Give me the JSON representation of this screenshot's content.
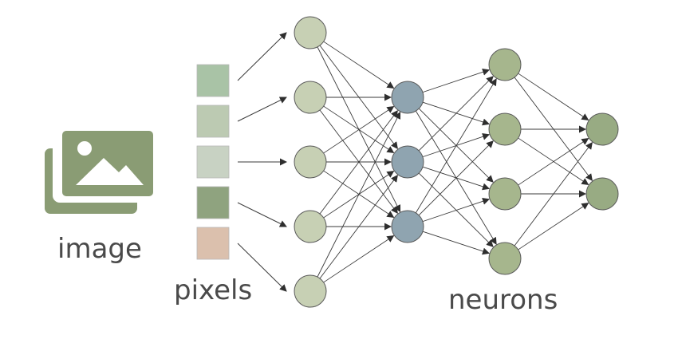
{
  "labels": {
    "image": "image",
    "pixels": "pixels",
    "neurons": "neurons"
  },
  "icon": {
    "name": "image-gallery-icon",
    "color": "#8a9c74"
  },
  "pixels": [
    {
      "color": "#a9c3a6"
    },
    {
      "color": "#bccab2"
    },
    {
      "color": "#c8d2c3"
    },
    {
      "color": "#8fa37f"
    },
    {
      "color": "#dbc0ad"
    }
  ],
  "layers": [
    {
      "name": "input",
      "count": 5,
      "fill": "#c7d0b4"
    },
    {
      "name": "hidden-1",
      "count": 3,
      "fill": "#8fa4b0"
    },
    {
      "name": "hidden-2",
      "count": 4,
      "fill": "#a6b68d"
    },
    {
      "name": "output",
      "count": 2,
      "fill": "#98ab83"
    }
  ],
  "colors": {
    "stroke": "#3a3a3a",
    "node_outline": "#5a5a5a"
  }
}
